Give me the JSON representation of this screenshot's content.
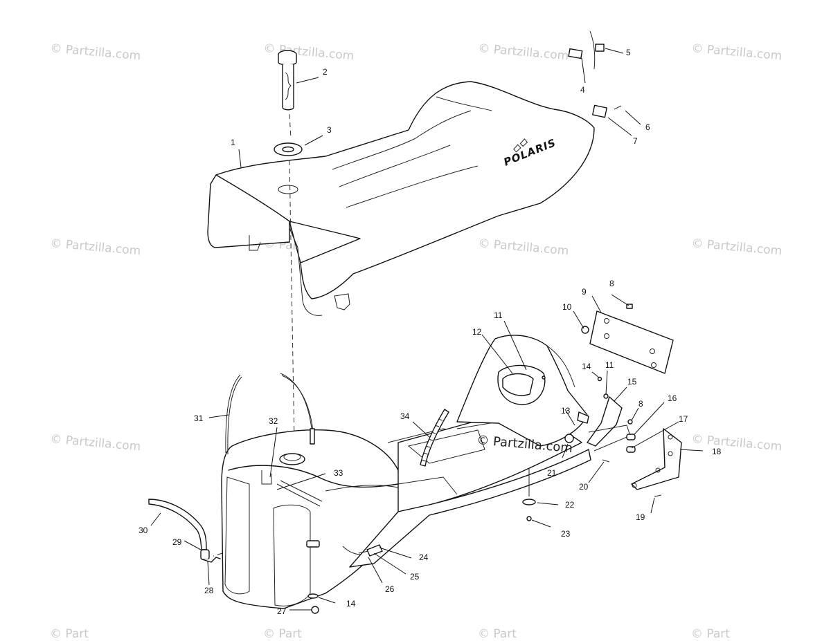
{
  "watermark": "© Partzilla.com",
  "watermark_partial": "© Part",
  "brand_logo": "POLARIS",
  "callouts": [
    "1",
    "2",
    "3",
    "4",
    "5",
    "6",
    "7",
    "8",
    "9",
    "10",
    "11",
    "12",
    "13",
    "14",
    "15",
    "16",
    "17",
    "18",
    "19",
    "20",
    "21",
    "22",
    "23",
    "24",
    "25",
    "26",
    "27",
    "28",
    "29",
    "30",
    "31",
    "32",
    "33",
    "34"
  ]
}
